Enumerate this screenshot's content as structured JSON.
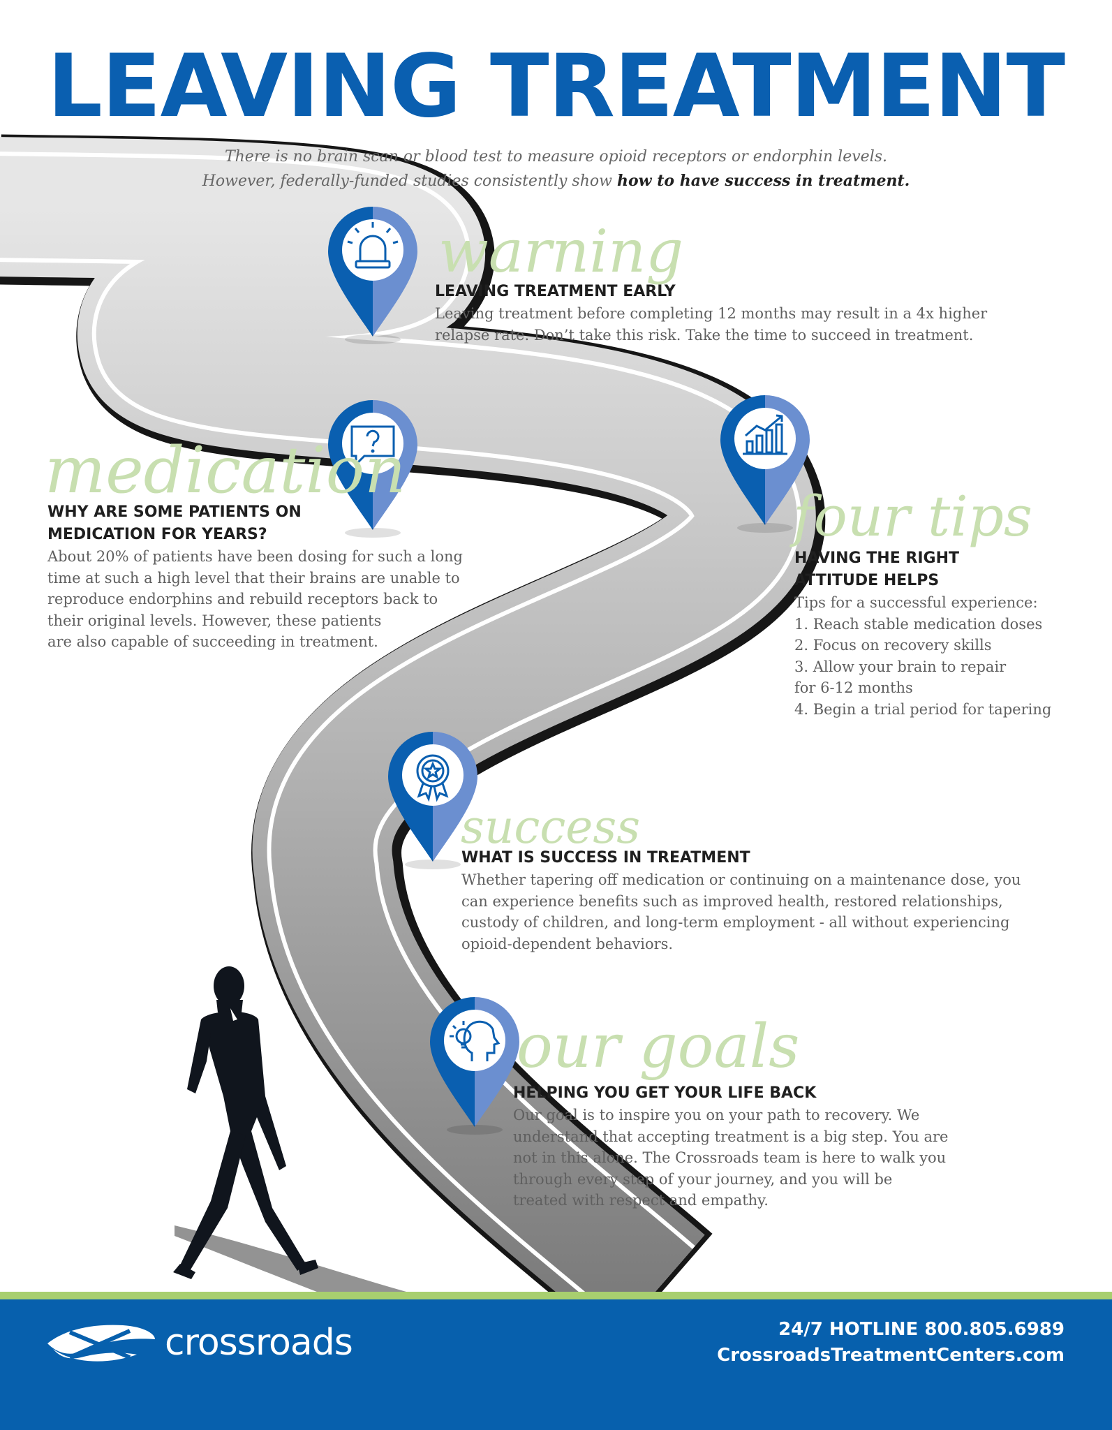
{
  "page": {
    "title": "LEAVING TREATMENT",
    "subtitle_line1": "There is no brain scan or blood test to measure opioid receptors or endorphin levels.",
    "subtitle_line2_prefix": "However, federally-funded studies consistently show ",
    "subtitle_line2_bold": "how to have success in treatment."
  },
  "sections": [
    {
      "script_word": "warning",
      "icon": "alarm-siren-icon",
      "heading": "LEAVING TREATMENT EARLY",
      "body": "Leaving treatment before completing 12 months may result in a 4x higher\nrelapse rate. Don’t take this risk. Take the time to succeed in treatment."
    },
    {
      "script_word": "medication",
      "icon": "question-speech-bubble-icon",
      "heading": "WHY ARE SOME PATIENTS ON\nMEDICATION FOR YEARS?",
      "body": "About 20% of patients have been dosing for such a long\ntime at such a high level that their brains are unable to\nreproduce endorphins and rebuild receptors back to\ntheir original levels. However, these patients\nare also capable of succeeding in treatment."
    },
    {
      "script_word": "four tips",
      "icon": "growth-chart-icon",
      "heading": "HAVING THE RIGHT\nATTITUDE HELPS",
      "body": "Tips for a successful experience:\n1. Reach stable medication doses\n2. Focus on recovery skills\n3. Allow your brain to repair\nfor 6-12 months\n4. Begin a trial period for tapering"
    },
    {
      "script_word": "success",
      "icon": "award-ribbon-icon",
      "heading": "WHAT IS SUCCESS IN TREATMENT",
      "body": "Whether tapering off medication or continuing on a maintenance dose, you\ncan experience benefits such as improved health, restored relationships,\ncustody of children, and long-term employment - all without experiencing\nopioid-dependent behaviors."
    },
    {
      "script_word": "our goals",
      "icon": "idea-head-icon",
      "heading": "HELPING YOU GET YOUR LIFE BACK",
      "body": "Our goal is to inspire you on your path to recovery. We\nunderstand that accepting treatment is a big step. You are\nnot in this alone. The Crossroads team is here to walk you\nthrough every step of your journey, and you will be\ntreated with respect and empathy."
    }
  ],
  "footer": {
    "logo_text": "crossroads",
    "hotline": "24/7 HOTLINE 800.805.6989",
    "website": "CrossroadsTreatmentCenters.com"
  },
  "colors": {
    "brand_blue": "#0a5fb0",
    "pin_light_blue": "#6b8fd0",
    "script_green": "#c8dfb0",
    "stripe_green": "#a8cf6f"
  }
}
